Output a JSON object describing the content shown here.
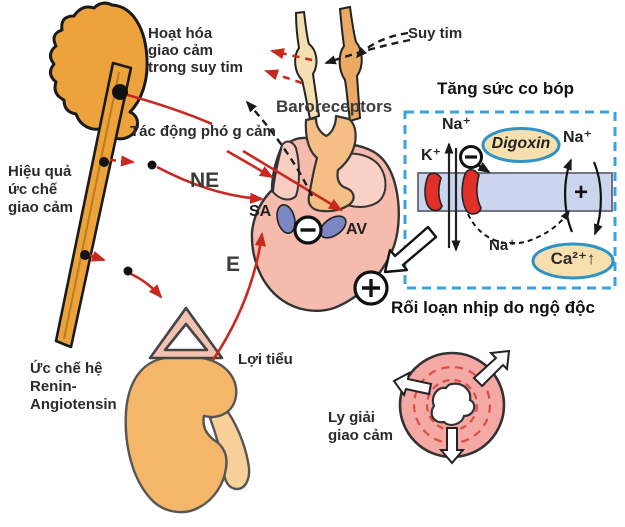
{
  "diagram": {
    "labels": {
      "hoat_hoa": {
        "lines": [
          "Hoạt hóa",
          "giao cảm",
          "trong suy tim"
        ]
      },
      "suy_tim": "Suy tim",
      "baroreceptors": "Baroreceptors",
      "tac_dong": "Tác động phó g cảm",
      "hieu_qua": {
        "lines": [
          "Hiệu quả",
          "ức chế",
          "giao cảm"
        ]
      },
      "ne": "NE",
      "e": "E",
      "sa": "SA",
      "av": "AV",
      "uc_che": {
        "lines": [
          "Ức chế hệ",
          "Renin-",
          "Angiotensin"
        ]
      },
      "loi_tieu": "Lợi tiểu",
      "ly_giai": {
        "lines": [
          "Ly giải",
          "giao cảm"
        ]
      },
      "roi_loan": "Rối loạn nhịp do ngộ độc",
      "box_title": "Tăng sức co bóp",
      "digoxin": "Digoxin",
      "na_pump": "Na⁺",
      "k_pump": "K⁺",
      "na_exchanger": "Na⁺",
      "na_intracell": "Na⁺",
      "ca_up": "Ca²⁺↑",
      "plus_exchanger": "+"
    },
    "colors": {
      "arrow_red": "#c9281f",
      "box_blue": "#3ba3dc",
      "organ_orange": "#eda33c",
      "nerve_light": "#f4dfb2",
      "nerve_dark": "#eaaa66",
      "heart_pink": "#f5bcae",
      "node_blue": "#7b87c3",
      "membrane_blue": "#cbd6ee",
      "pump_red": "#e03028",
      "oval_tan": "#f8e0ae",
      "oval_border": "#2d92c8",
      "reentry_pink": "#f4a9a4",
      "kidney_orange": "#f4b76a"
    }
  }
}
